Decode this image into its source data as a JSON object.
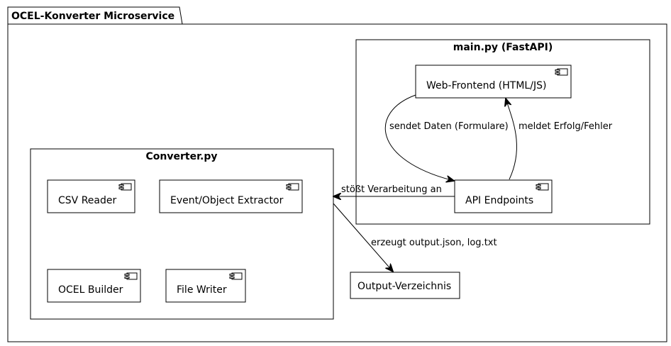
{
  "package": {
    "title": "OCEL-Konverter Microservice"
  },
  "main_group": {
    "title": "main.py (FastAPI)",
    "components": {
      "web_frontend": "Web-Frontend (HTML/JS)",
      "api_endpoints": "API Endpoints"
    }
  },
  "converter_group": {
    "title": "Converter.py",
    "components": {
      "csv_reader": "CSV Reader",
      "extractor": "Event/Object Extractor",
      "ocel_builder": "OCEL Builder",
      "file_writer": "File Writer"
    }
  },
  "output_box": {
    "label": "Output-Verzeichnis"
  },
  "edges": {
    "frontend_to_api": "sendet Daten (Formulare)",
    "api_to_frontend": "meldet Erfolg/Fehler",
    "api_to_converter": "stößt Verarbeitung an",
    "converter_to_output": "erzeugt output.json, log.txt"
  }
}
